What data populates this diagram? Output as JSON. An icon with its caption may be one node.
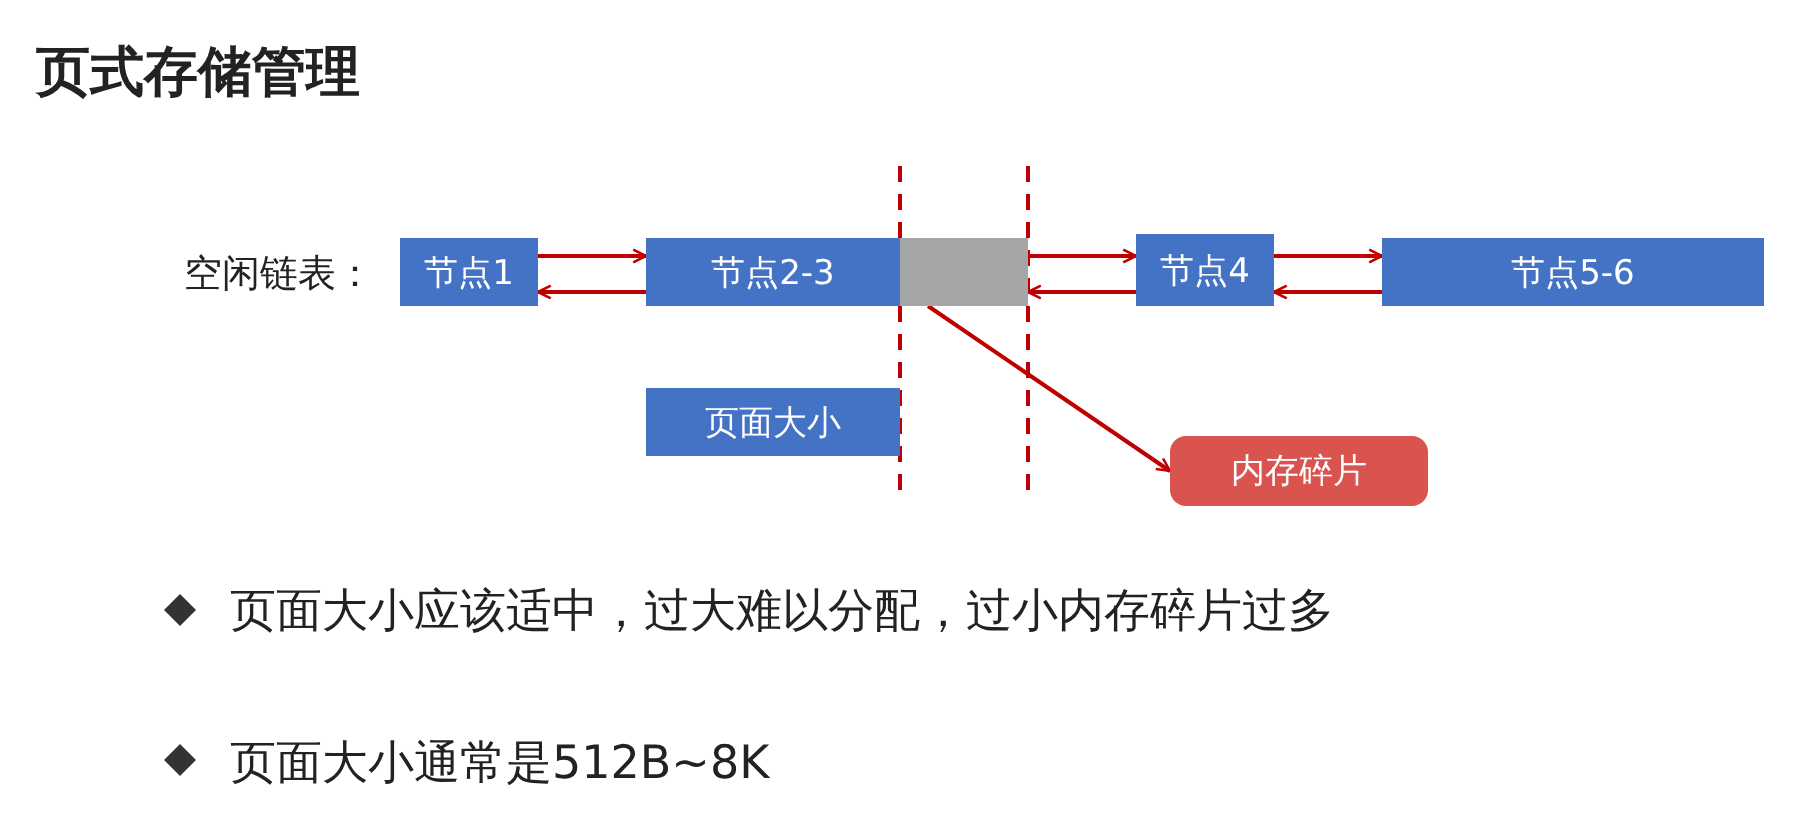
{
  "diagram": {
    "title": "页式存储管理",
    "nodes": [
      {
        "text": [
          "节点1"
        ]
      },
      {
        "text": [
          "节点2-3"
        ]
      },
      {
        "text": [],
        "shape": "box"
      },
      {
        "text": [
          "节点4"
        ]
      },
      {
        "text": [
          "节点5-6"
        ]
      },
      {
        "text": [
          "页面大小"
        ]
      },
      {
        "text": [
          "内存碎片"
        ]
      }
    ],
    "edges": [
      {
        "from": 0,
        "to": 1,
        "arrow": "to"
      },
      {
        "from": 1,
        "to": 0,
        "arrow": "to"
      },
      {
        "from": 2,
        "to": 3,
        "arrow": "to"
      },
      {
        "from": 3,
        "to": 2,
        "arrow": "to"
      },
      {
        "from": 3,
        "to": 4,
        "arrow": "to"
      },
      {
        "from": 4,
        "to": 3,
        "arrow": "to"
      },
      {
        "from": 2,
        "to": 6,
        "arrow": "to"
      }
    ],
    "labels": [
      "空闲链表：",
      "页面大小应该适中，过大难以分配，过小内存碎片过多",
      "页面大小通常是512B~8K"
    ]
  }
}
